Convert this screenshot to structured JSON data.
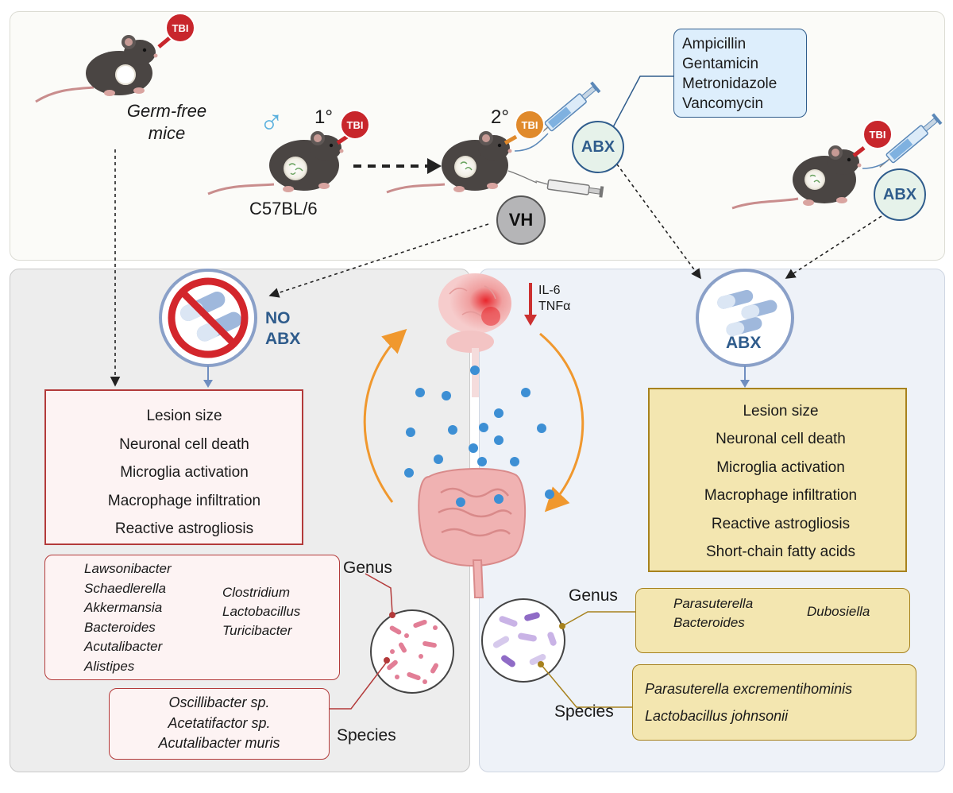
{
  "top": {
    "tbi_label": "TBI",
    "germ_free": [
      "Germ-free",
      "mice"
    ],
    "male_symbol": "♂",
    "first_hit": "1°",
    "second_hit": "2°",
    "strain": "C57BL/6",
    "vh": "VH",
    "abx": "ABX",
    "antibiotics": [
      "Ampicillin",
      "Gentamicin",
      "Metronidazole",
      "Vancomycin"
    ]
  },
  "left": {
    "no_abx": [
      "NO",
      "ABX"
    ],
    "outcomes": [
      "Lesion size",
      "Neuronal cell death",
      "Microglia activation",
      "Macrophage infiltration",
      "Reactive astrogliosis"
    ],
    "genus_up": [
      "Lawsonibacter",
      "Schaedlerella",
      "Akkermansia",
      "Bacteroides",
      "Acutalibacter",
      "Alistipes"
    ],
    "genus_down": [
      "Clostridium",
      "Lactobacillus",
      "Turicibacter"
    ],
    "species": [
      "Oscillibacter sp.",
      "Acetatifactor sp.",
      "Acutalibacter muris"
    ],
    "genus_label": "Genus",
    "species_label": "Species"
  },
  "center": {
    "cytokines": [
      "IL-6",
      "TNFα"
    ]
  },
  "right": {
    "abx": "ABX",
    "outcomes": [
      "Lesion size",
      "Neuronal cell death",
      "Microglia activation",
      "Macrophage infiltration",
      "Reactive astrogliosis",
      "Short-chain fatty acids"
    ],
    "genus_up": [
      "Parasuterella",
      "Bacteroides"
    ],
    "genus_down": [
      "Dubosiella"
    ],
    "species": [
      "Parasuterella excrementihominis",
      "Lactobacillus johnsonii"
    ],
    "genus_label": "Genus",
    "species_label": "Species"
  },
  "colors": {
    "up_arrow": "#3a7a2a",
    "down_arrow": "#cc3030",
    "tbi_red": "#c8262c",
    "tbi_orange": "#e08a2c",
    "abx_blue": "#2f5c8c",
    "flow_orange": "#f0982e",
    "metabolite": "#3d8fd4"
  }
}
